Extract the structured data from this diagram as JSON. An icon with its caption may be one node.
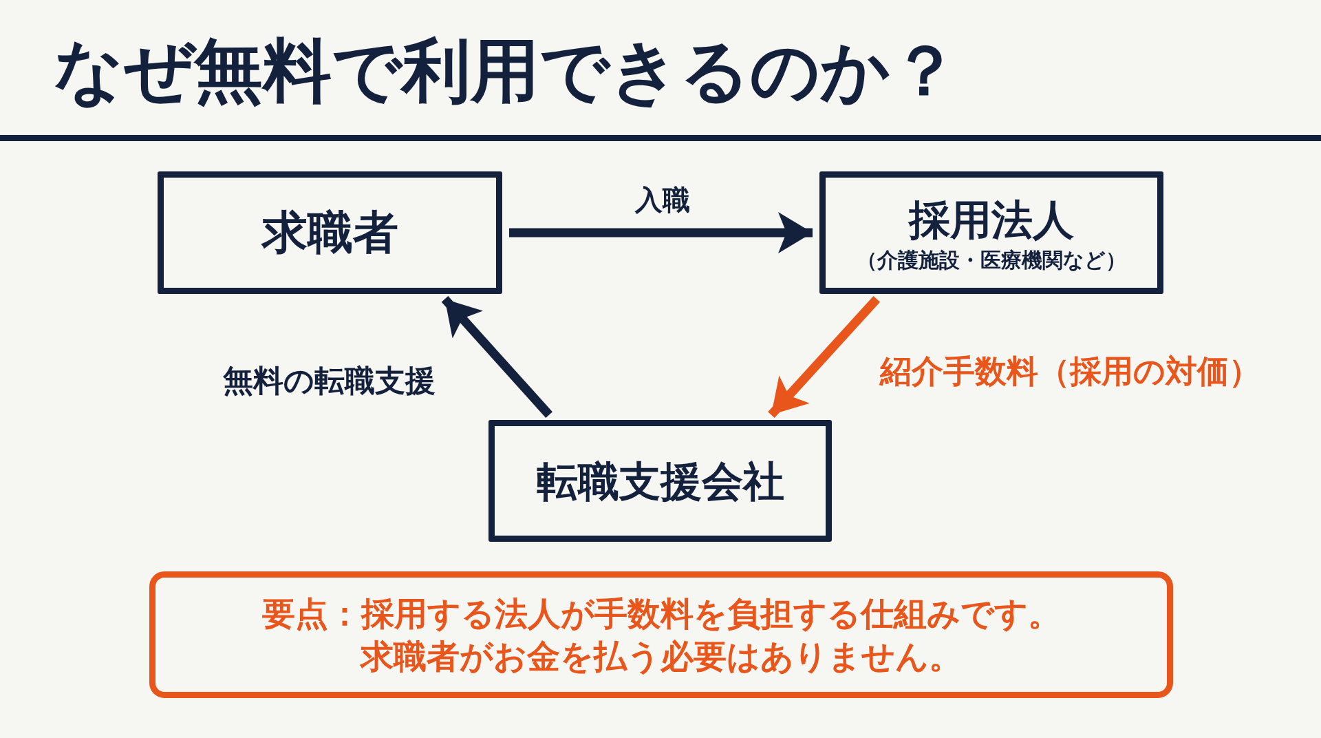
{
  "diagram": {
    "title": "なぜ無料で利用できるのか？",
    "nodes": [
      {
        "text": [
          "求職者"
        ]
      },
      {
        "text": [
          "採用法人",
          "（介護施設・医療機関など）"
        ]
      },
      {
        "text": [
          "転職支援会社"
        ]
      },
      {
        "text": [
          "要点：採用する法人が手数料を負担する仕組みです。求職者がお金を払う必要はありません。"
        ]
      }
    ],
    "edges": [
      {
        "from": 0,
        "to": 1,
        "arrow": "to",
        "label": "入職"
      },
      {
        "from": 1,
        "to": 2,
        "arrow": "to",
        "label": "紹介手数料（採用の対価）",
        "color": "#e8561c"
      },
      {
        "from": 2,
        "to": 0,
        "arrow": "to",
        "label": "無料の転職支援"
      }
    ]
  }
}
